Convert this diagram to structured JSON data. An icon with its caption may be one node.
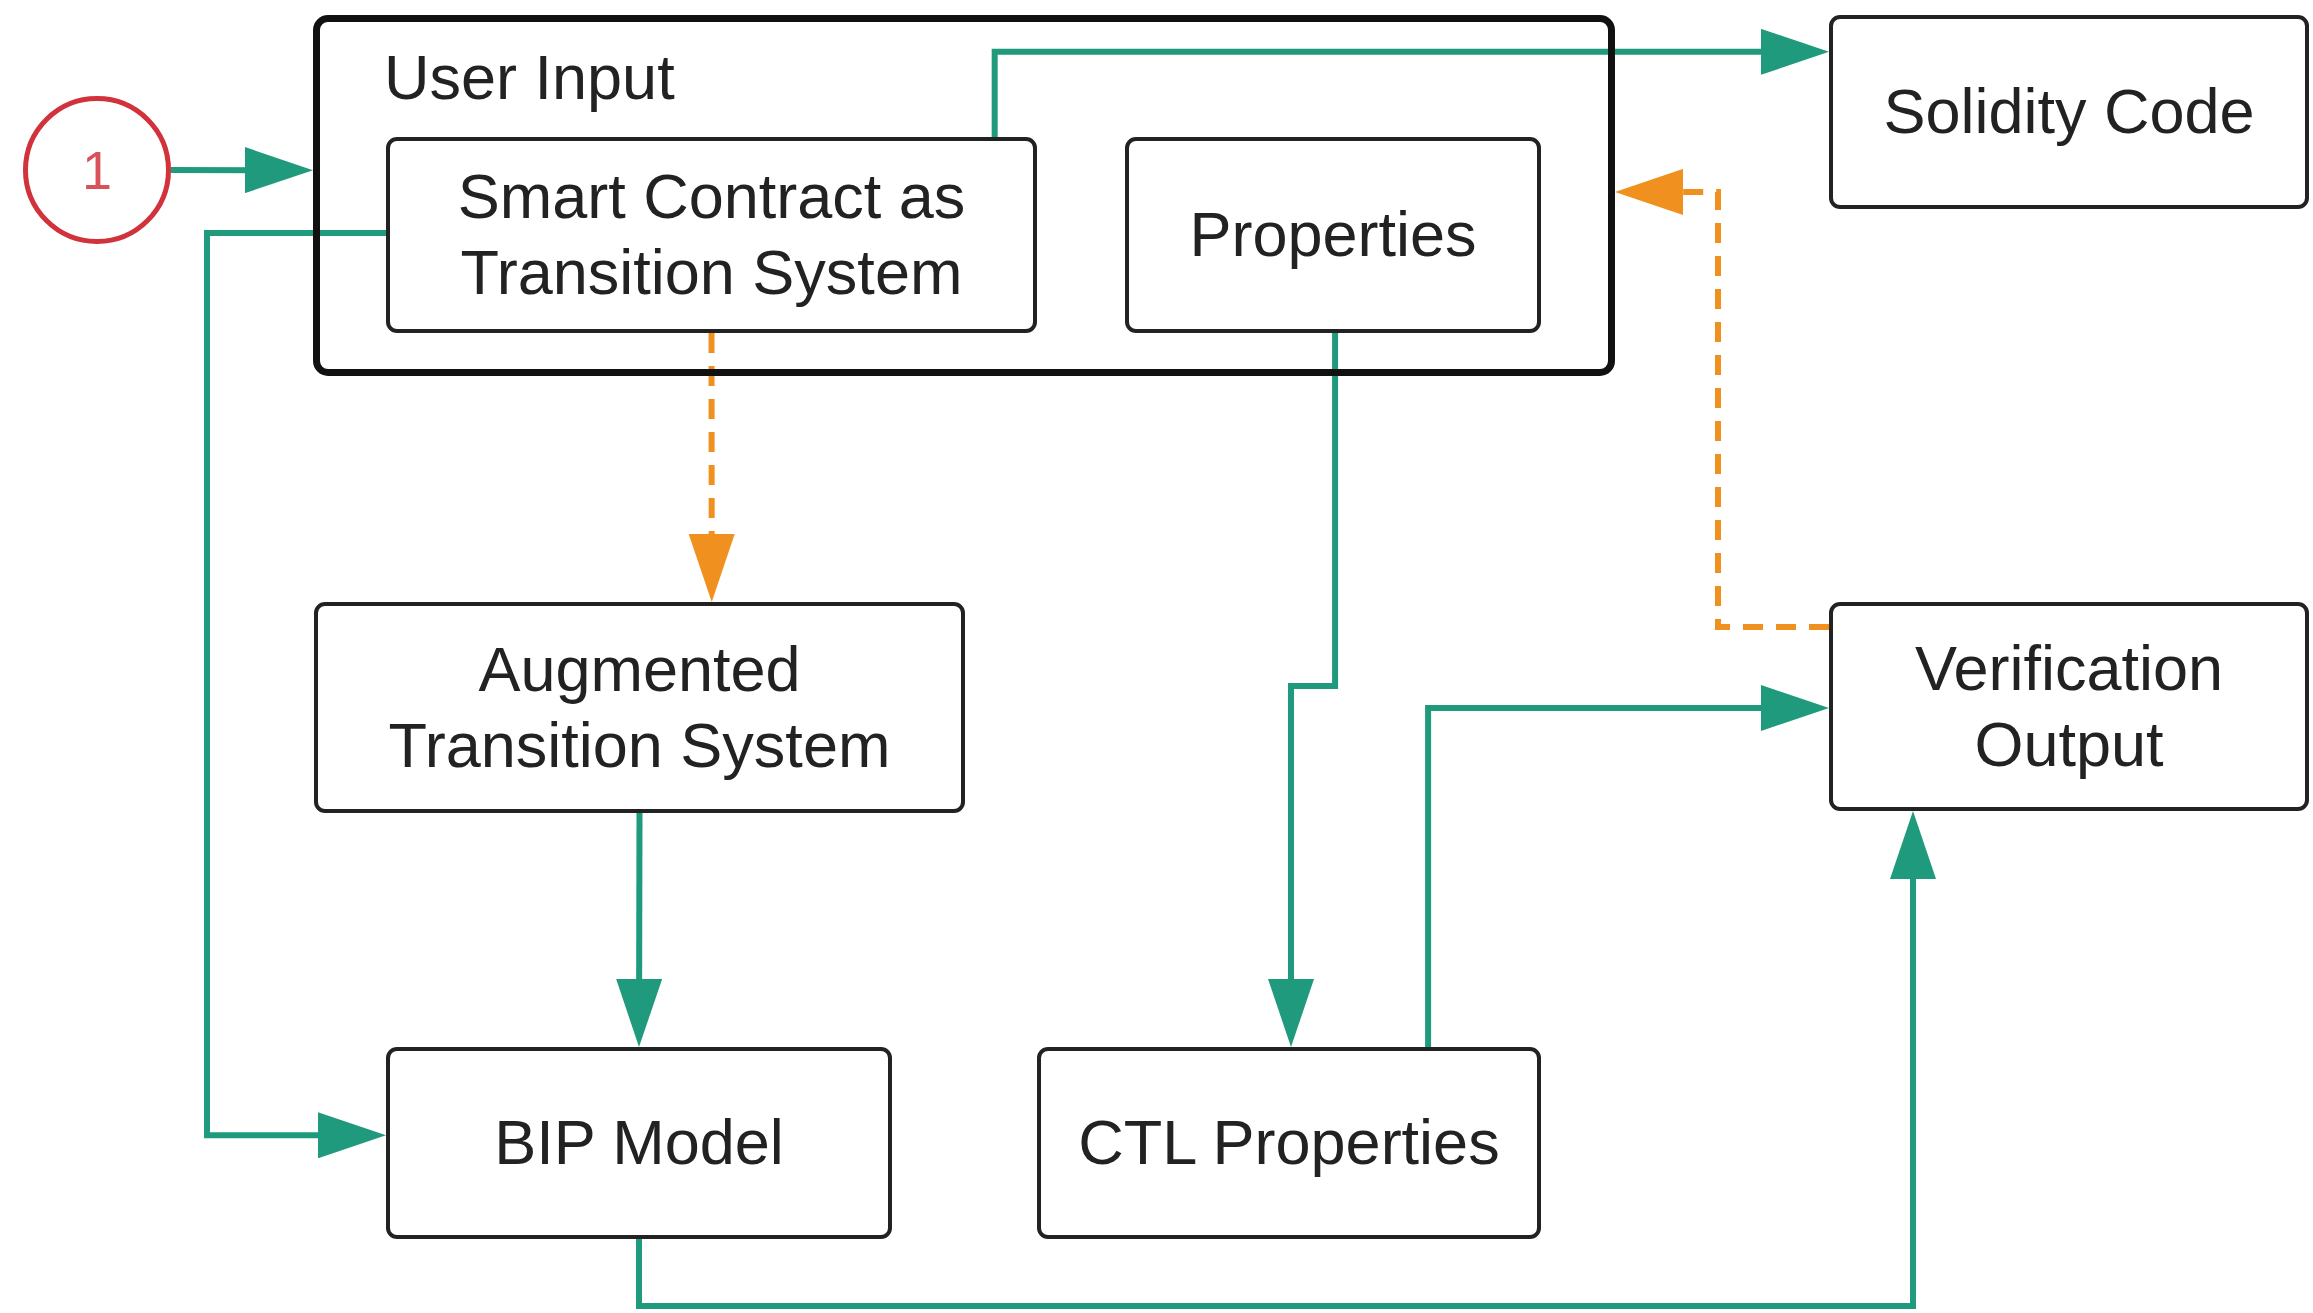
{
  "diagram": {
    "nodes": [
      {
        "text": [
          "1"
        ]
      },
      {
        "text": [
          "User Input"
        ]
      },
      {
        "text": [
          "Smart Contract as Transition System"
        ],
        "in": 1
      },
      {
        "text": [
          "Properties"
        ],
        "in": 1
      },
      {
        "text": [
          "Solidity Code"
        ]
      },
      {
        "text": [
          "Augmented Transition System"
        ]
      },
      {
        "text": [
          "Verification Output"
        ]
      },
      {
        "text": [
          "BIP Model"
        ]
      },
      {
        "text": [
          "CTL Properties"
        ]
      }
    ],
    "edges": [
      {
        "from": 0,
        "to": 1,
        "arrow": "to"
      },
      {
        "from": 2,
        "to": 4,
        "arrow": "to"
      },
      {
        "from": 2,
        "to": 7,
        "arrow": "to"
      },
      {
        "from": 2,
        "to": 5,
        "arrow": "to",
        "style": "dashed",
        "color": "#f0901e"
      },
      {
        "from": 3,
        "to": 8,
        "arrow": "to"
      },
      {
        "from": 5,
        "to": 7,
        "arrow": "to"
      },
      {
        "from": 8,
        "to": 6,
        "arrow": "to"
      },
      {
        "from": 7,
        "to": 6,
        "arrow": "to"
      },
      {
        "from": 6,
        "to": 1,
        "arrow": "to",
        "style": "dashed",
        "color": "#f0901e"
      }
    ]
  }
}
